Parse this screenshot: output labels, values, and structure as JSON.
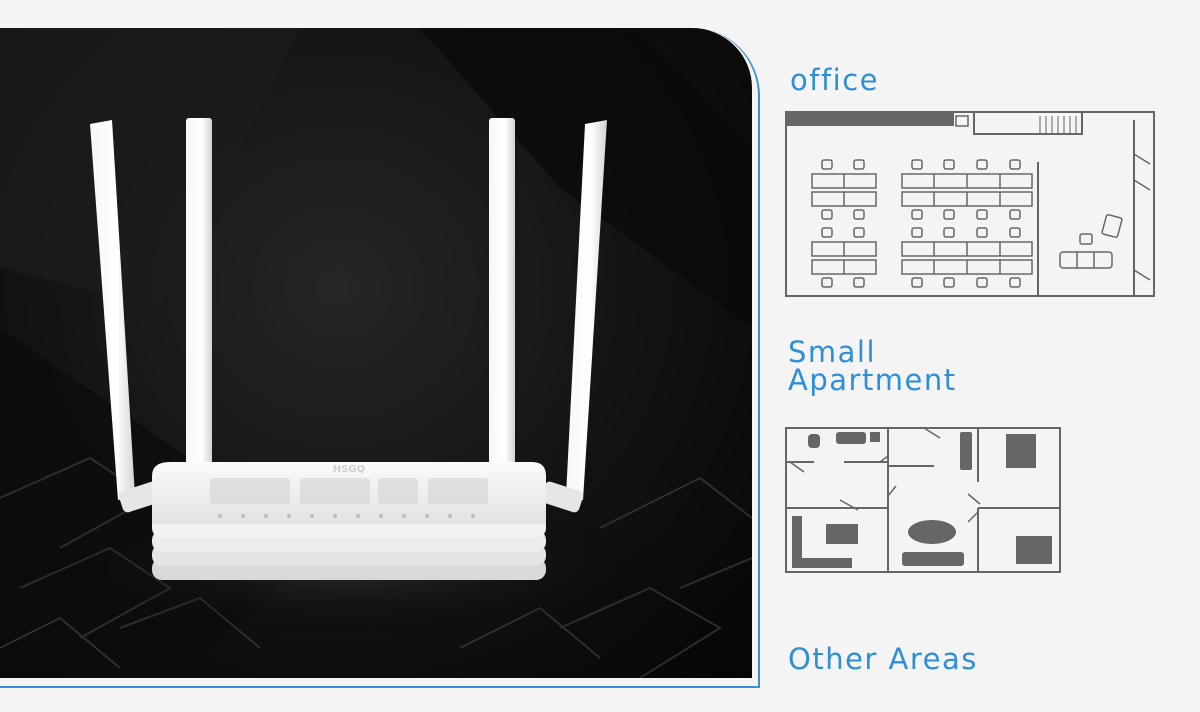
{
  "product": {
    "brand": "HSGQ",
    "image_description": "white wifi router with four antennas on dark background"
  },
  "scenarios": {
    "office": "office",
    "small_apartment": "Small\nApartment",
    "other_areas": "Other Areas"
  },
  "colors": {
    "accent": "#2e8fd8",
    "frame": "#3a8fd6",
    "plan_line": "#666666"
  }
}
